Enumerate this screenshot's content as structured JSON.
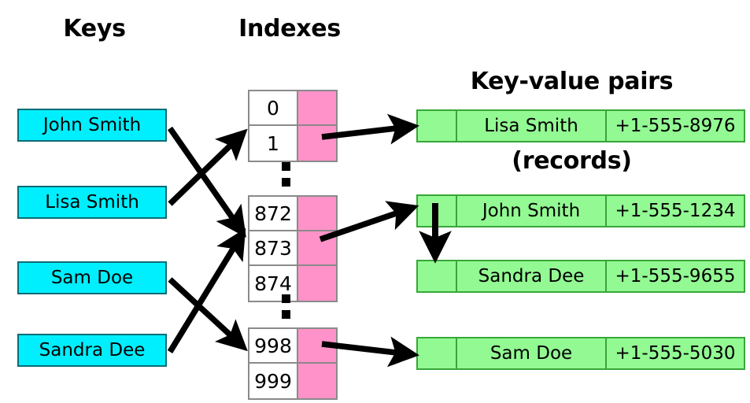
{
  "headers": {
    "keys": "Keys",
    "indexes": "Indexes",
    "records_line1": "Key-value pairs",
    "records_line2": "(records)"
  },
  "colors": {
    "key_fill": "#00EFFF",
    "key_border": "#0C6B74",
    "index_slot_fill": "#FF93C9",
    "index_border": "#8A8A8A",
    "record_fill": "#93F993",
    "record_border": "#39A639",
    "arrow": "#000000",
    "background": "#FFFFFF"
  },
  "keys": [
    {
      "label": "John Smith"
    },
    {
      "label": "Lisa Smith"
    },
    {
      "label": "Sam Doe"
    },
    {
      "label": "Sandra Dee"
    }
  ],
  "index_groups": [
    {
      "rows": [
        {
          "index": "0"
        },
        {
          "index": "1"
        }
      ]
    },
    {
      "rows": [
        {
          "index": "872"
        },
        {
          "index": "873"
        },
        {
          "index": "874"
        }
      ]
    },
    {
      "rows": [
        {
          "index": "998"
        },
        {
          "index": "999"
        }
      ]
    }
  ],
  "ellipsis": "vertical-ellipsis",
  "records": [
    {
      "pointer": "",
      "name": "Lisa Smith",
      "phone": "+1-555-8976"
    },
    {
      "pointer": "",
      "name": "John Smith",
      "phone": "+1-555-1234"
    },
    {
      "pointer": "",
      "name": "Sandra Dee",
      "phone": "+1-555-9655"
    },
    {
      "pointer": "",
      "name": "Sam Doe",
      "phone": "+1-555-5030"
    }
  ],
  "mappings": [
    {
      "from": "John Smith",
      "to_index": "873"
    },
    {
      "from": "Lisa Smith",
      "to_index": "1"
    },
    {
      "from": "Sam Doe",
      "to_index": "998"
    },
    {
      "from": "Sandra Dee",
      "to_index": "873"
    },
    {
      "from_index": "1",
      "to_record": "Lisa Smith"
    },
    {
      "from_index": "873",
      "to_record": "John Smith"
    },
    {
      "from_index": "998",
      "to_record": "Sam Doe"
    },
    {
      "from_record": "John Smith",
      "to_record": "Sandra Dee"
    }
  ]
}
